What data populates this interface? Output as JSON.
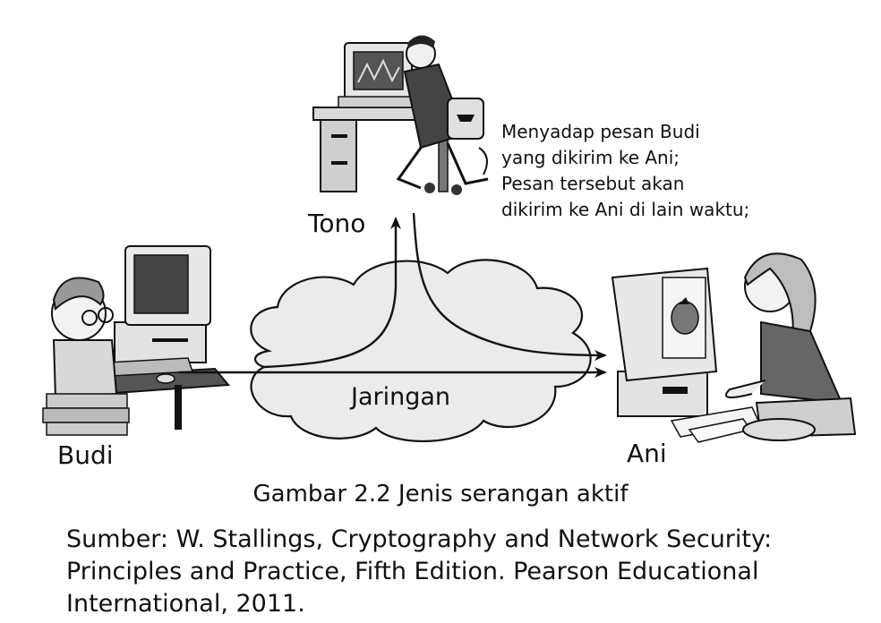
{
  "labels": {
    "tono": "Tono",
    "budi": "Budi",
    "ani": "Ani",
    "network": "Jaringan"
  },
  "annotation": {
    "lines": [
      "Menyadap pesan Budi",
      "yang dikirim ke Ani;",
      "Pesan tersebut akan",
      "dikirim ke Ani di lain waktu;"
    ]
  },
  "caption": "Gambar 2.2 Jenis serangan aktif",
  "source": {
    "lines": [
      "Sumber: W. Stallings, Cryptography and Network Security:",
      "Principles and Practice, Fifth Edition. Pearson Educational",
      "International, 2011."
    ]
  }
}
